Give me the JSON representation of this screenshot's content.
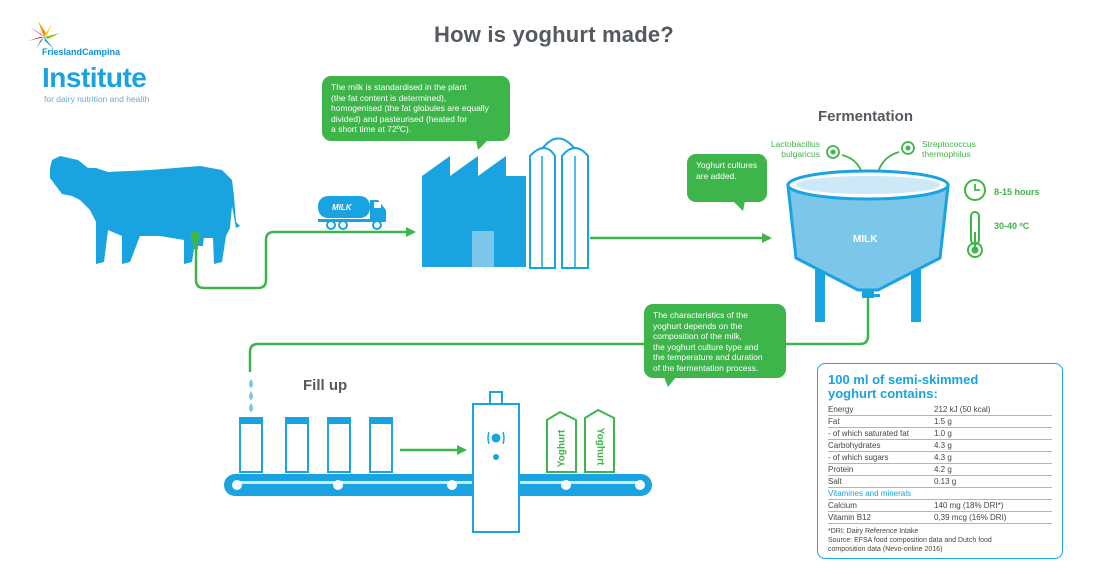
{
  "title": "How is yoghurt made?",
  "logo": {
    "brand": "FrieslandCampina",
    "name": "Institute",
    "tagline": "for dairy nutrition and health",
    "icon": "starburst-logo-icon"
  },
  "bubbles": {
    "standardise": [
      "The milk is standardised in the plant",
      "(the fat content is determined),",
      "homogenised (the fat globules are equally",
      "divided) and pasteurised (heated for",
      "a short time at 72ºC)."
    ],
    "cultures": [
      "Yoghurt cultures",
      "are added."
    ],
    "characteristics": [
      "The characteristics of the",
      "yoghurt depends on the",
      "composition of the milk,",
      "the yoghurt culture type and",
      "the temperature and duration",
      "of the fermentation process."
    ]
  },
  "truck_label": "MILK",
  "fermentation": {
    "title": "Fermentation",
    "bacteria_left": [
      "Lactobacillus",
      "bulgaricus"
    ],
    "bacteria_right": [
      "Streptococcus",
      "thermophilus"
    ],
    "tank_label": "MILK",
    "duration": "8-15 hours",
    "temperature": "30-40 ºC"
  },
  "fill_up": {
    "title": "Fill up",
    "package_text": "Yoghurt"
  },
  "nutrition": {
    "title_line1": "100 ml of semi-skimmed",
    "title_line2": "yoghurt contains:",
    "rows": [
      {
        "label": "Energy",
        "value": "212 kJ (50 kcal)"
      },
      {
        "label": "Fat",
        "value": "1.5 g"
      },
      {
        "label": "- of which saturated fat",
        "value": "1.0 g"
      },
      {
        "label": "Carbohydrates",
        "value": "4.3 g"
      },
      {
        "label": "- of which sugars",
        "value": "4.3 g"
      },
      {
        "label": "Protein",
        "value": "4.2 g"
      },
      {
        "label": "Salt",
        "value": "0.13 g"
      }
    ],
    "section": "Vitamines and minerals",
    "rows2": [
      {
        "label": "Calcium",
        "value": "140 mg (18% DRI*)"
      },
      {
        "label": "Vitamin B12",
        "value": "0,39 mcg (16% DRI)"
      }
    ],
    "footnote": [
      "*DRI: Dairy Reference Intake",
      "Source: EFSA food composition data and Dutch food",
      "composition data (Nevo-online 2016)"
    ]
  },
  "colors": {
    "blue": "#1aa3e1",
    "light_blue": "#7cc6ea",
    "green": "#3db54a",
    "gray_text": "#555a60"
  }
}
